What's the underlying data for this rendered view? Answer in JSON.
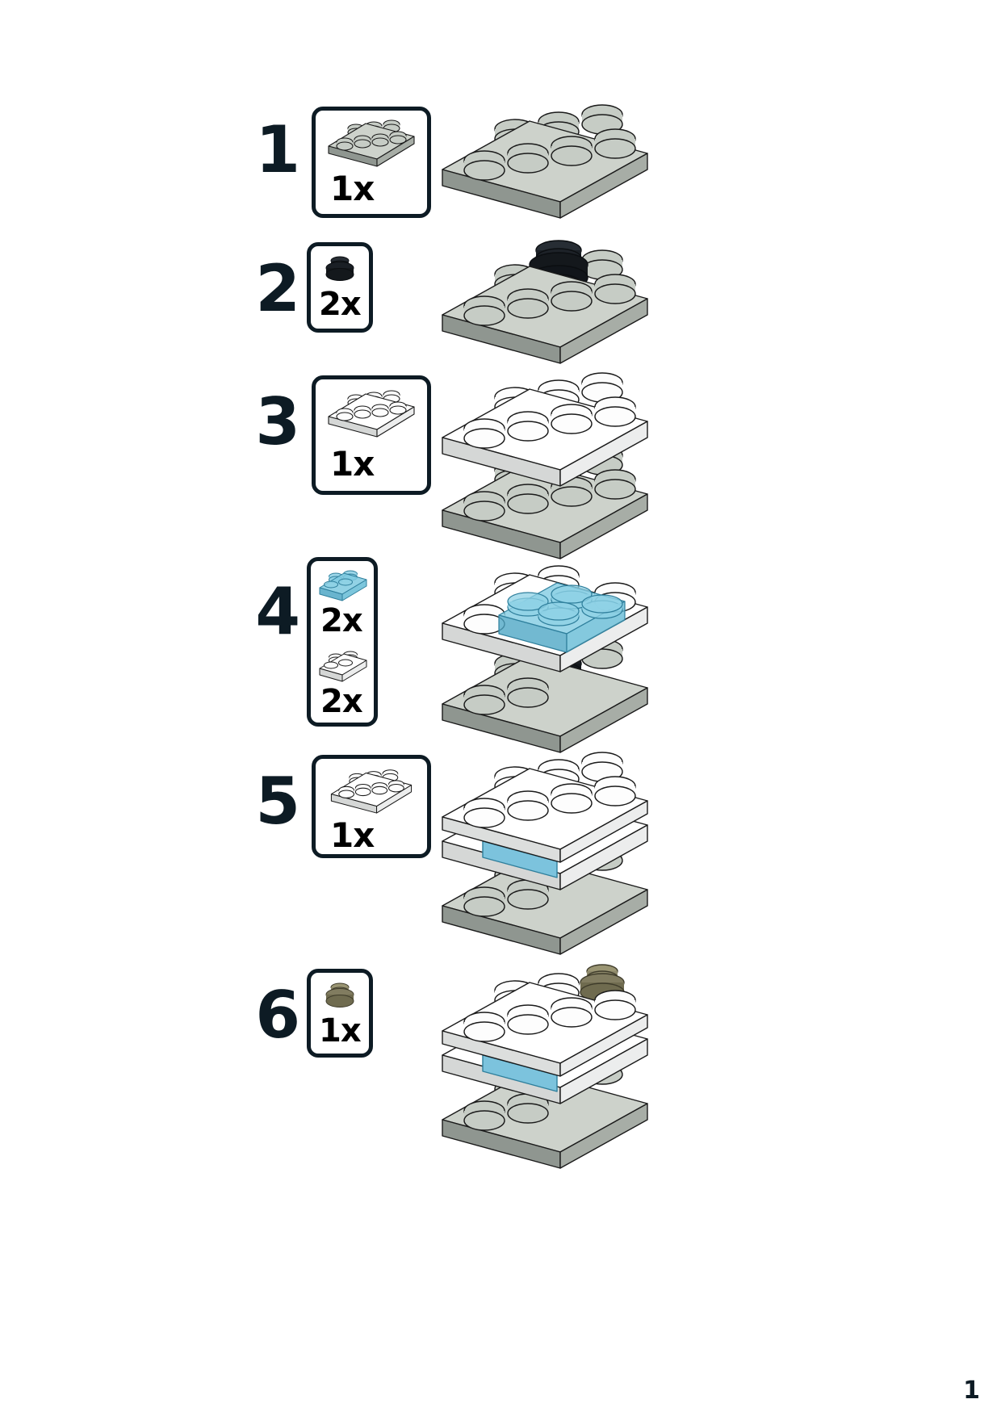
{
  "document": {
    "type": "lego-building-instructions",
    "page_number": "1",
    "background_color": "#ffffff",
    "ink_color": "#0d1b24"
  },
  "palette": {
    "light_gray": "#b9bfb8",
    "light_gray_top": "#cdd2cb",
    "light_gray_side": "#8f9690",
    "white": "#ffffff",
    "white_top": "#fdfdfd",
    "white_side": "#d5d7d6",
    "black": "#14181c",
    "black_top": "#20252b",
    "trans_blue": "#5fb6d4",
    "trans_blue_top": "#8fd2e6",
    "trans_blue_side": "#3f9cbd",
    "dark_tan": "#6f6b4f",
    "dark_tan_top": "#8d886a",
    "outline": "#1a1a1a"
  },
  "steps": [
    {
      "number": "1",
      "parts": [
        {
          "qty": "1x",
          "color_name": "light-gray",
          "part": "plate-2x4"
        }
      ],
      "assembly": "gray 2x4 plate alone"
    },
    {
      "number": "2",
      "parts": [
        {
          "qty": "2x",
          "color_name": "black",
          "part": "round-plate-1x1"
        }
      ],
      "assembly": "two black round plates stacked on gray 2x4 plate"
    },
    {
      "number": "3",
      "parts": [
        {
          "qty": "1x",
          "color_name": "white",
          "part": "plate-2x4"
        }
      ],
      "assembly": "white 2x4 plate above gray 2x4 plate with black studs"
    },
    {
      "number": "4",
      "parts": [
        {
          "qty": "2x",
          "color_name": "trans-blue",
          "part": "plate-1x2"
        },
        {
          "qty": "2x",
          "color_name": "white",
          "part": "plate-1x2"
        }
      ],
      "assembly": "trans-blue plates on white plate above gray base"
    },
    {
      "number": "5",
      "parts": [
        {
          "qty": "1x",
          "color_name": "white",
          "part": "plate-2x4"
        }
      ],
      "assembly": "white 2x4 plate capping blue layer above gray base"
    },
    {
      "number": "6",
      "parts": [
        {
          "qty": "1x",
          "color_name": "dark-tan",
          "part": "round-plate-1x1"
        }
      ],
      "assembly": "dark tan round plate on top white plate of stack"
    }
  ]
}
